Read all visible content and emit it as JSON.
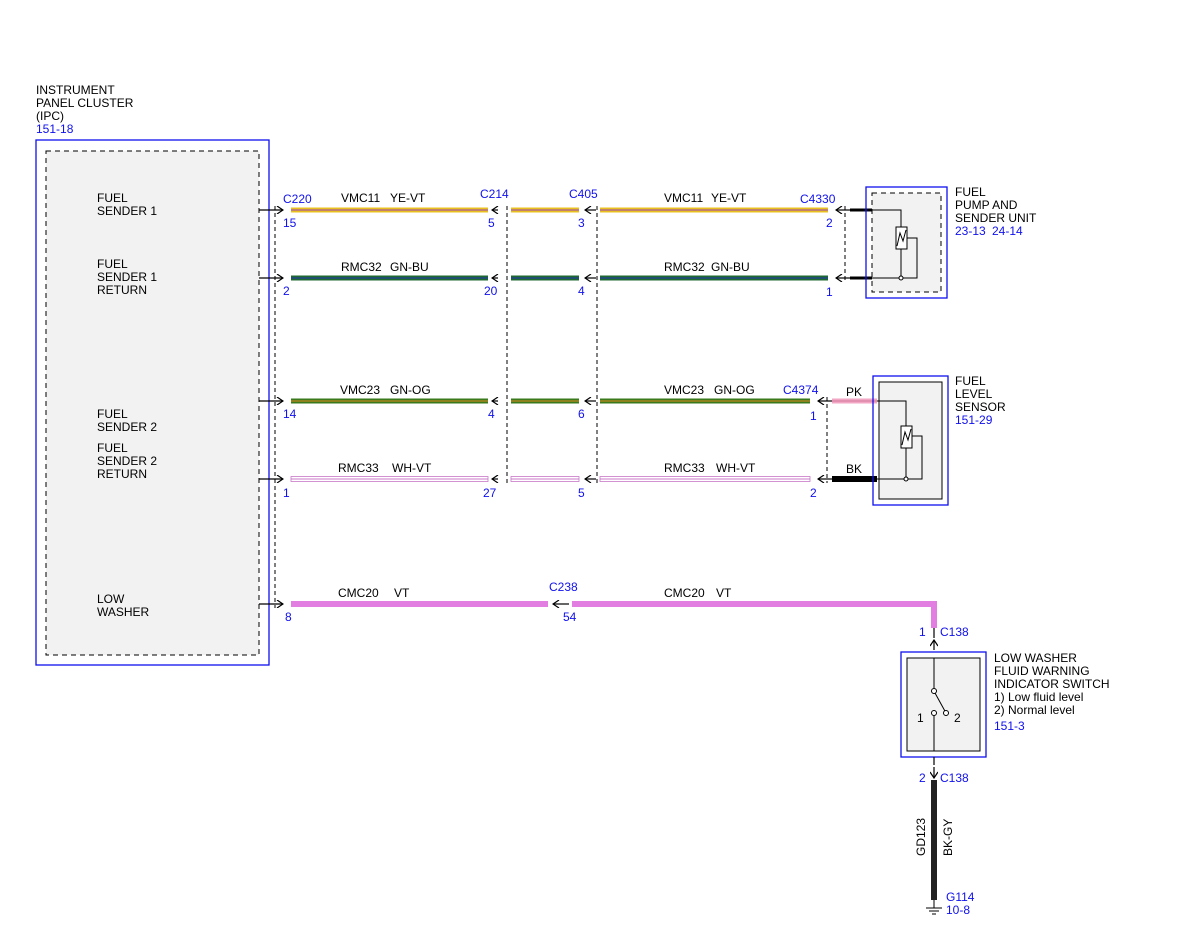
{
  "ipc": {
    "title": [
      "INSTRUMENT",
      "PANEL CLUSTER",
      "(IPC)"
    ],
    "ref": "151-18",
    "labels": {
      "fuel_sender_1": [
        "FUEL",
        "SENDER 1"
      ],
      "fuel_sender_1_return": [
        "FUEL",
        "SENDER 1",
        "RETURN"
      ],
      "fuel_sender_2": [
        "FUEL",
        "SENDER 2"
      ],
      "fuel_sender_2_return": [
        "FUEL",
        "SENDER 2",
        "RETURN"
      ],
      "low_washer": [
        "LOW",
        "WASHER"
      ]
    }
  },
  "connectors": {
    "c220": "C220",
    "c214": "C214",
    "c405": "C405",
    "c4330": "C4330",
    "c4374": "C4374",
    "c238": "C238",
    "c138_top": "C138",
    "c138_bottom": "C138"
  },
  "pins": {
    "w1": [
      "15",
      "5",
      "3",
      "2"
    ],
    "w2": [
      "2",
      "20",
      "4",
      "1"
    ],
    "w3": [
      "14",
      "4",
      "6",
      "1"
    ],
    "w4": [
      "1",
      "27",
      "5",
      "2"
    ],
    "w5": [
      "8",
      "54"
    ],
    "c138_top": "1",
    "c138_bottom": "2"
  },
  "wires": {
    "w1": {
      "circuit": "VMC11",
      "color": "YE-VT"
    },
    "w2": {
      "circuit": "RMC32",
      "color": "GN-BU"
    },
    "w3": {
      "circuit": "VMC23",
      "color": "GN-OG"
    },
    "w4": {
      "circuit": "RMC33",
      "color": "WH-VT"
    },
    "w5": {
      "circuit": "CMC20",
      "color": "VT"
    },
    "pk": "PK",
    "bk": "BK",
    "ground": {
      "circuit": "GD123",
      "color": "BK-GY"
    }
  },
  "fuel_pump": {
    "title": [
      "FUEL",
      "PUMP AND",
      "SENDER UNIT"
    ],
    "refs": [
      "23-13",
      "24-14"
    ]
  },
  "fuel_level_sensor": {
    "title": [
      "FUEL",
      "LEVEL",
      "SENSOR"
    ],
    "ref": "151-29"
  },
  "washer_switch": {
    "title": [
      "LOW WASHER",
      "FLUID WARNING",
      "INDICATOR SWITCH"
    ],
    "states": [
      "1) Low fluid level",
      "2) Normal level"
    ],
    "ref": "151-3",
    "pos1": "1",
    "pos2": "2"
  },
  "ground": {
    "name": "G114",
    "ref": "10-8"
  },
  "colors": {
    "component_blue": "#1010ee",
    "ye_vt_main": "#e8c020",
    "ye_vt_stripe": "#9a3fb8",
    "gn_bu_main": "#1f6a32",
    "gn_bu_stripe": "#2233aa",
    "gn_og_main": "#3a7a1c",
    "gn_og_stripe": "#e08a20",
    "wh_vt_main": "#ffffff",
    "wh_vt_stripe": "#c878c8",
    "vt": "#e27ee2",
    "pk": "#f2a6c4",
    "bk": "#000000",
    "bk_gy": "#222222"
  }
}
